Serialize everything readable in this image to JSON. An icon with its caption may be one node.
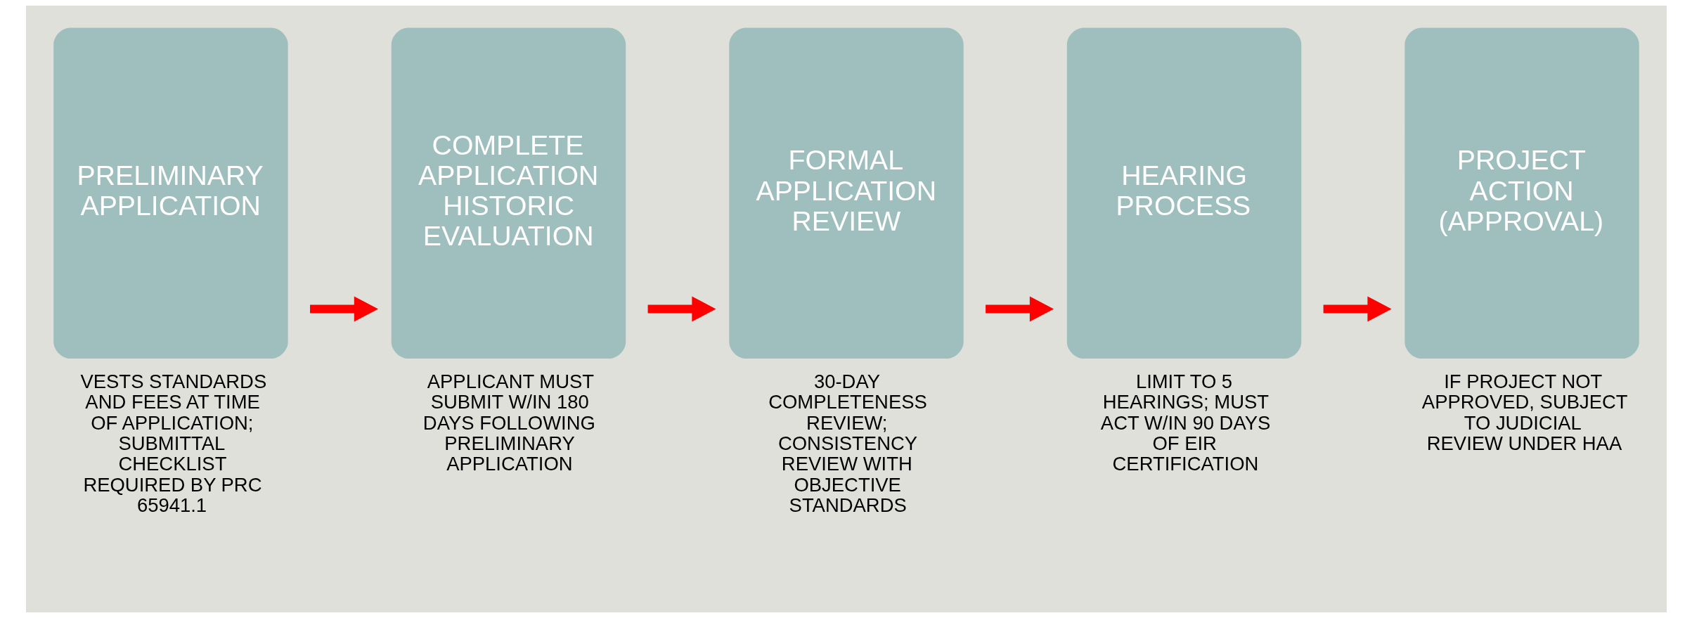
{
  "diagram": {
    "nodes": [
      {
        "text": [
          "PRELIMINARY APPLICATION"
        ],
        "beside": [
          "VESTS STANDARDS AND FEES AT TIME OF APPLICATION; SUBMITTAL CHECKLIST REQUIRED BY PRC 65941.1"
        ]
      },
      {
        "text": [
          "COMPLETE APPLICATION HISTORIC EVALUATION"
        ],
        "beside": [
          "APPLICANT MUST SUBMIT W/IN 180 DAYS FOLLOWING PRELIMINARY APPLICATION"
        ]
      },
      {
        "text": [
          "FORMAL APPLICATION REVIEW"
        ],
        "beside": [
          "30-DAY COMPLETENESS REVIEW; CONSISTENCY REVIEW WITH OBJECTIVE STANDARDS"
        ]
      },
      {
        "text": [
          "HEARING PROCESS"
        ],
        "beside": [
          "LIMIT TO 5 HEARINGS; MUST ACT W/IN 90 DAYS OF EIR CERTIFICATION"
        ]
      },
      {
        "text": [
          "PROJECT ACTION (APPROVAL)"
        ],
        "beside": [
          "IF PROJECT NOT APPROVED, SUBJECT TO JUDICIAL REVIEW UNDER HAA"
        ]
      }
    ],
    "edges": [
      {
        "from": 0,
        "to": 1,
        "arrow": "to"
      },
      {
        "from": 1,
        "to": 2,
        "arrow": "to"
      },
      {
        "from": 2,
        "to": 3,
        "arrow": "to"
      },
      {
        "from": 3,
        "to": 4,
        "arrow": "to"
      }
    ]
  }
}
